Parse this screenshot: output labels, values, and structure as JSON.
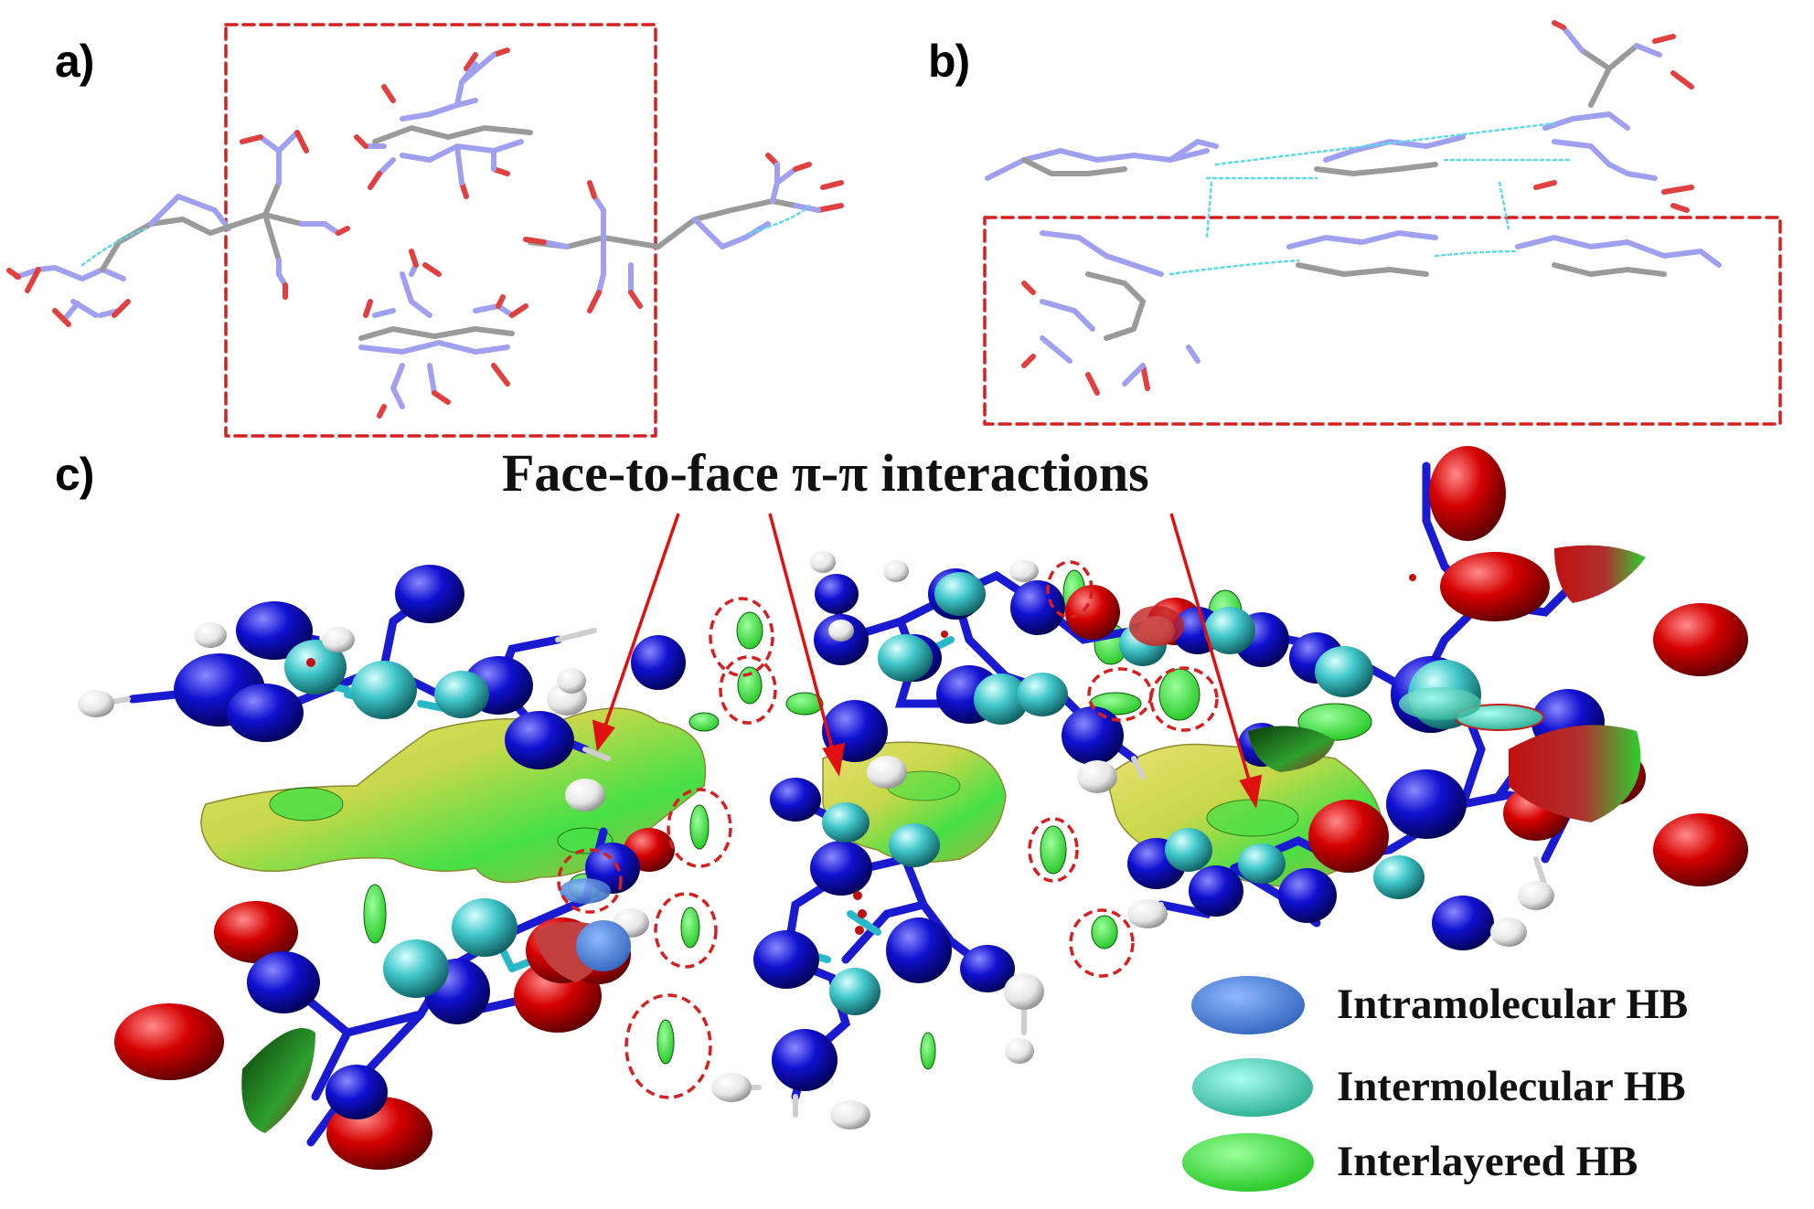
{
  "panels": {
    "a": "a)",
    "b": "b)",
    "c": "c)"
  },
  "annotation": "Face-to-face π-π interactions",
  "legend": [
    {
      "label": "Intramolecular HB",
      "color": "#3f7fe0"
    },
    {
      "label": "Intermolecular HB",
      "color": "#38d4b0"
    },
    {
      "label": "Interlayered HB",
      "color": "#2ee02e"
    }
  ],
  "colors": {
    "oxygen": "#d40000",
    "nitrogen": "#1010d0",
    "carbon": "#3fc6c9",
    "hydrogen": "#f2f2f2",
    "highlight_box": "#d42020",
    "hbond_line": "#5fd8e8",
    "vdw_surface": "#c8d84a"
  }
}
